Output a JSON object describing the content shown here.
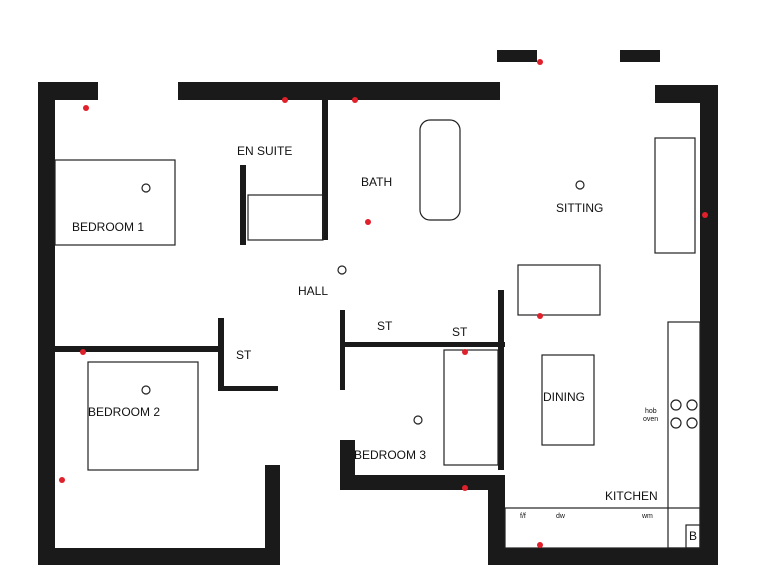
{
  "rooms": {
    "bedroom1": "BEDROOM 1",
    "en_suite": "EN SUITE",
    "bath": "BATH",
    "sitting": "SITTING",
    "hall": "HALL",
    "st_hall": "ST",
    "st_left": "ST",
    "st_right": "ST",
    "bedroom2": "BEDROOM 2",
    "bedroom3": "BEDROOM 3",
    "dining": "DINING",
    "kitchen": "KITCHEN"
  },
  "appliances": {
    "hob": "hob",
    "oven": "oven",
    "fridge_freezer": "f/f",
    "dishwasher": "dw",
    "washing_machine": "wm",
    "boiler": "B"
  },
  "colors": {
    "wall": "#1a1a1a",
    "marker": "#e0202a"
  }
}
